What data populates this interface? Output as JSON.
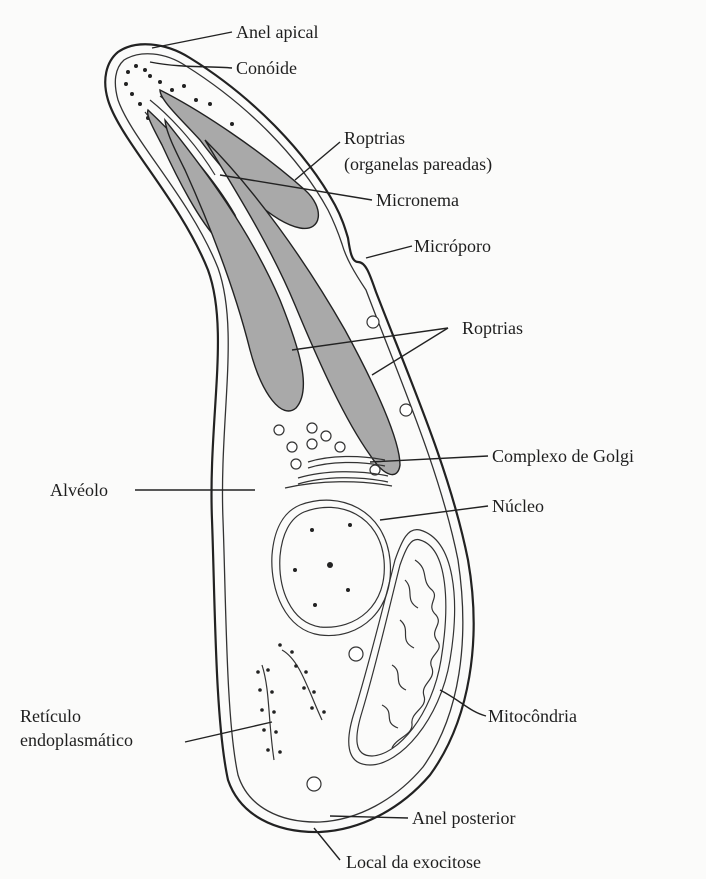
{
  "labels": {
    "anel_apical": "Anel apical",
    "conoide": "Conóide",
    "roptrias_pareadas_1": "Roptrias",
    "roptrias_pareadas_2": "(organelas pareadas)",
    "micronema": "Micronema",
    "microporo": "Micróporo",
    "roptrias": "Roptrias",
    "complexo_golgi": "Complexo de Golgi",
    "nucleo": "Núcleo",
    "alveolo": "Alvéolo",
    "mitocondria": "Mitocôndria",
    "reticulo_1": "Retículo",
    "reticulo_2": "endoplasmático",
    "anel_posterior": "Anel posterior",
    "local_exocitose": "Local da exocitose"
  },
  "colors": {
    "background": "#fbfbfa",
    "outline": "#222222",
    "rhoptry_fill": "#a9a9a9",
    "text": "#1e1e1e"
  }
}
